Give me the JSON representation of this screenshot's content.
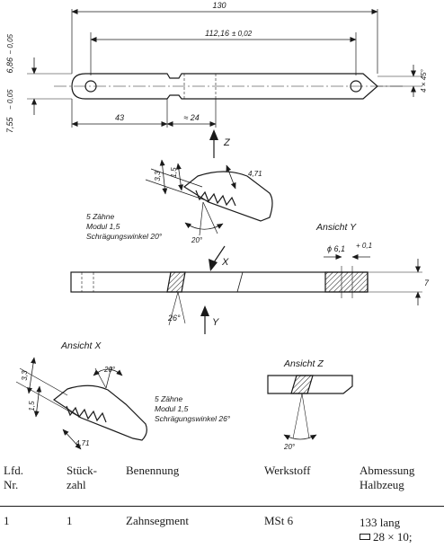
{
  "drawing": {
    "top_view": {
      "overall_length": "130",
      "hole_spacing": "112,16",
      "hole_spacing_tol": "± 0,02",
      "left_offset": "43",
      "tooth_zone": "≈ 24",
      "thickness_upper": "6,86",
      "thickness_upper_tol": "− 0,05",
      "thickness_lower": "7,55",
      "thickness_lower_tol": "− 0,05",
      "chamfer": "4 × 45°"
    },
    "detail_z": {
      "dim_a": "3,3",
      "dim_b": "1,5",
      "dim_c": "4,71",
      "angle": "20°",
      "notes": [
        "5 Zähne",
        "Modul 1,5",
        "Schrägungswinkel 20°"
      ]
    },
    "side_view": {
      "angle": "26°",
      "hole_dia": "ϕ 6,1",
      "hole_tol": "+ 0,1",
      "height": "7",
      "arrow_z": "Z",
      "arrow_x": "X",
      "arrow_y": "Y"
    },
    "view_y": {
      "title": "Ansicht Y"
    },
    "view_x": {
      "title": "Ansicht X",
      "dim_a": "3,3",
      "dim_b": "1,5",
      "dim_c": "4,71",
      "angle": "20°",
      "notes": [
        "5 Zähne",
        "Modul 1,5",
        "Schrägungswinkel 26°"
      ]
    },
    "view_z": {
      "title": "Ansicht Z",
      "angle": "20°"
    }
  },
  "table": {
    "headers": [
      "Lfd.\nNr.",
      "Stück-\nzahl",
      "Benennung",
      "Werkstoff",
      "Abmessung\nHalbzeug"
    ],
    "row": {
      "nr": "1",
      "qty": "1",
      "name": "Zahnsegment",
      "material": "MSt 6",
      "dim_line1": "133 lang",
      "dim_line2": "28 × 10;"
    }
  }
}
